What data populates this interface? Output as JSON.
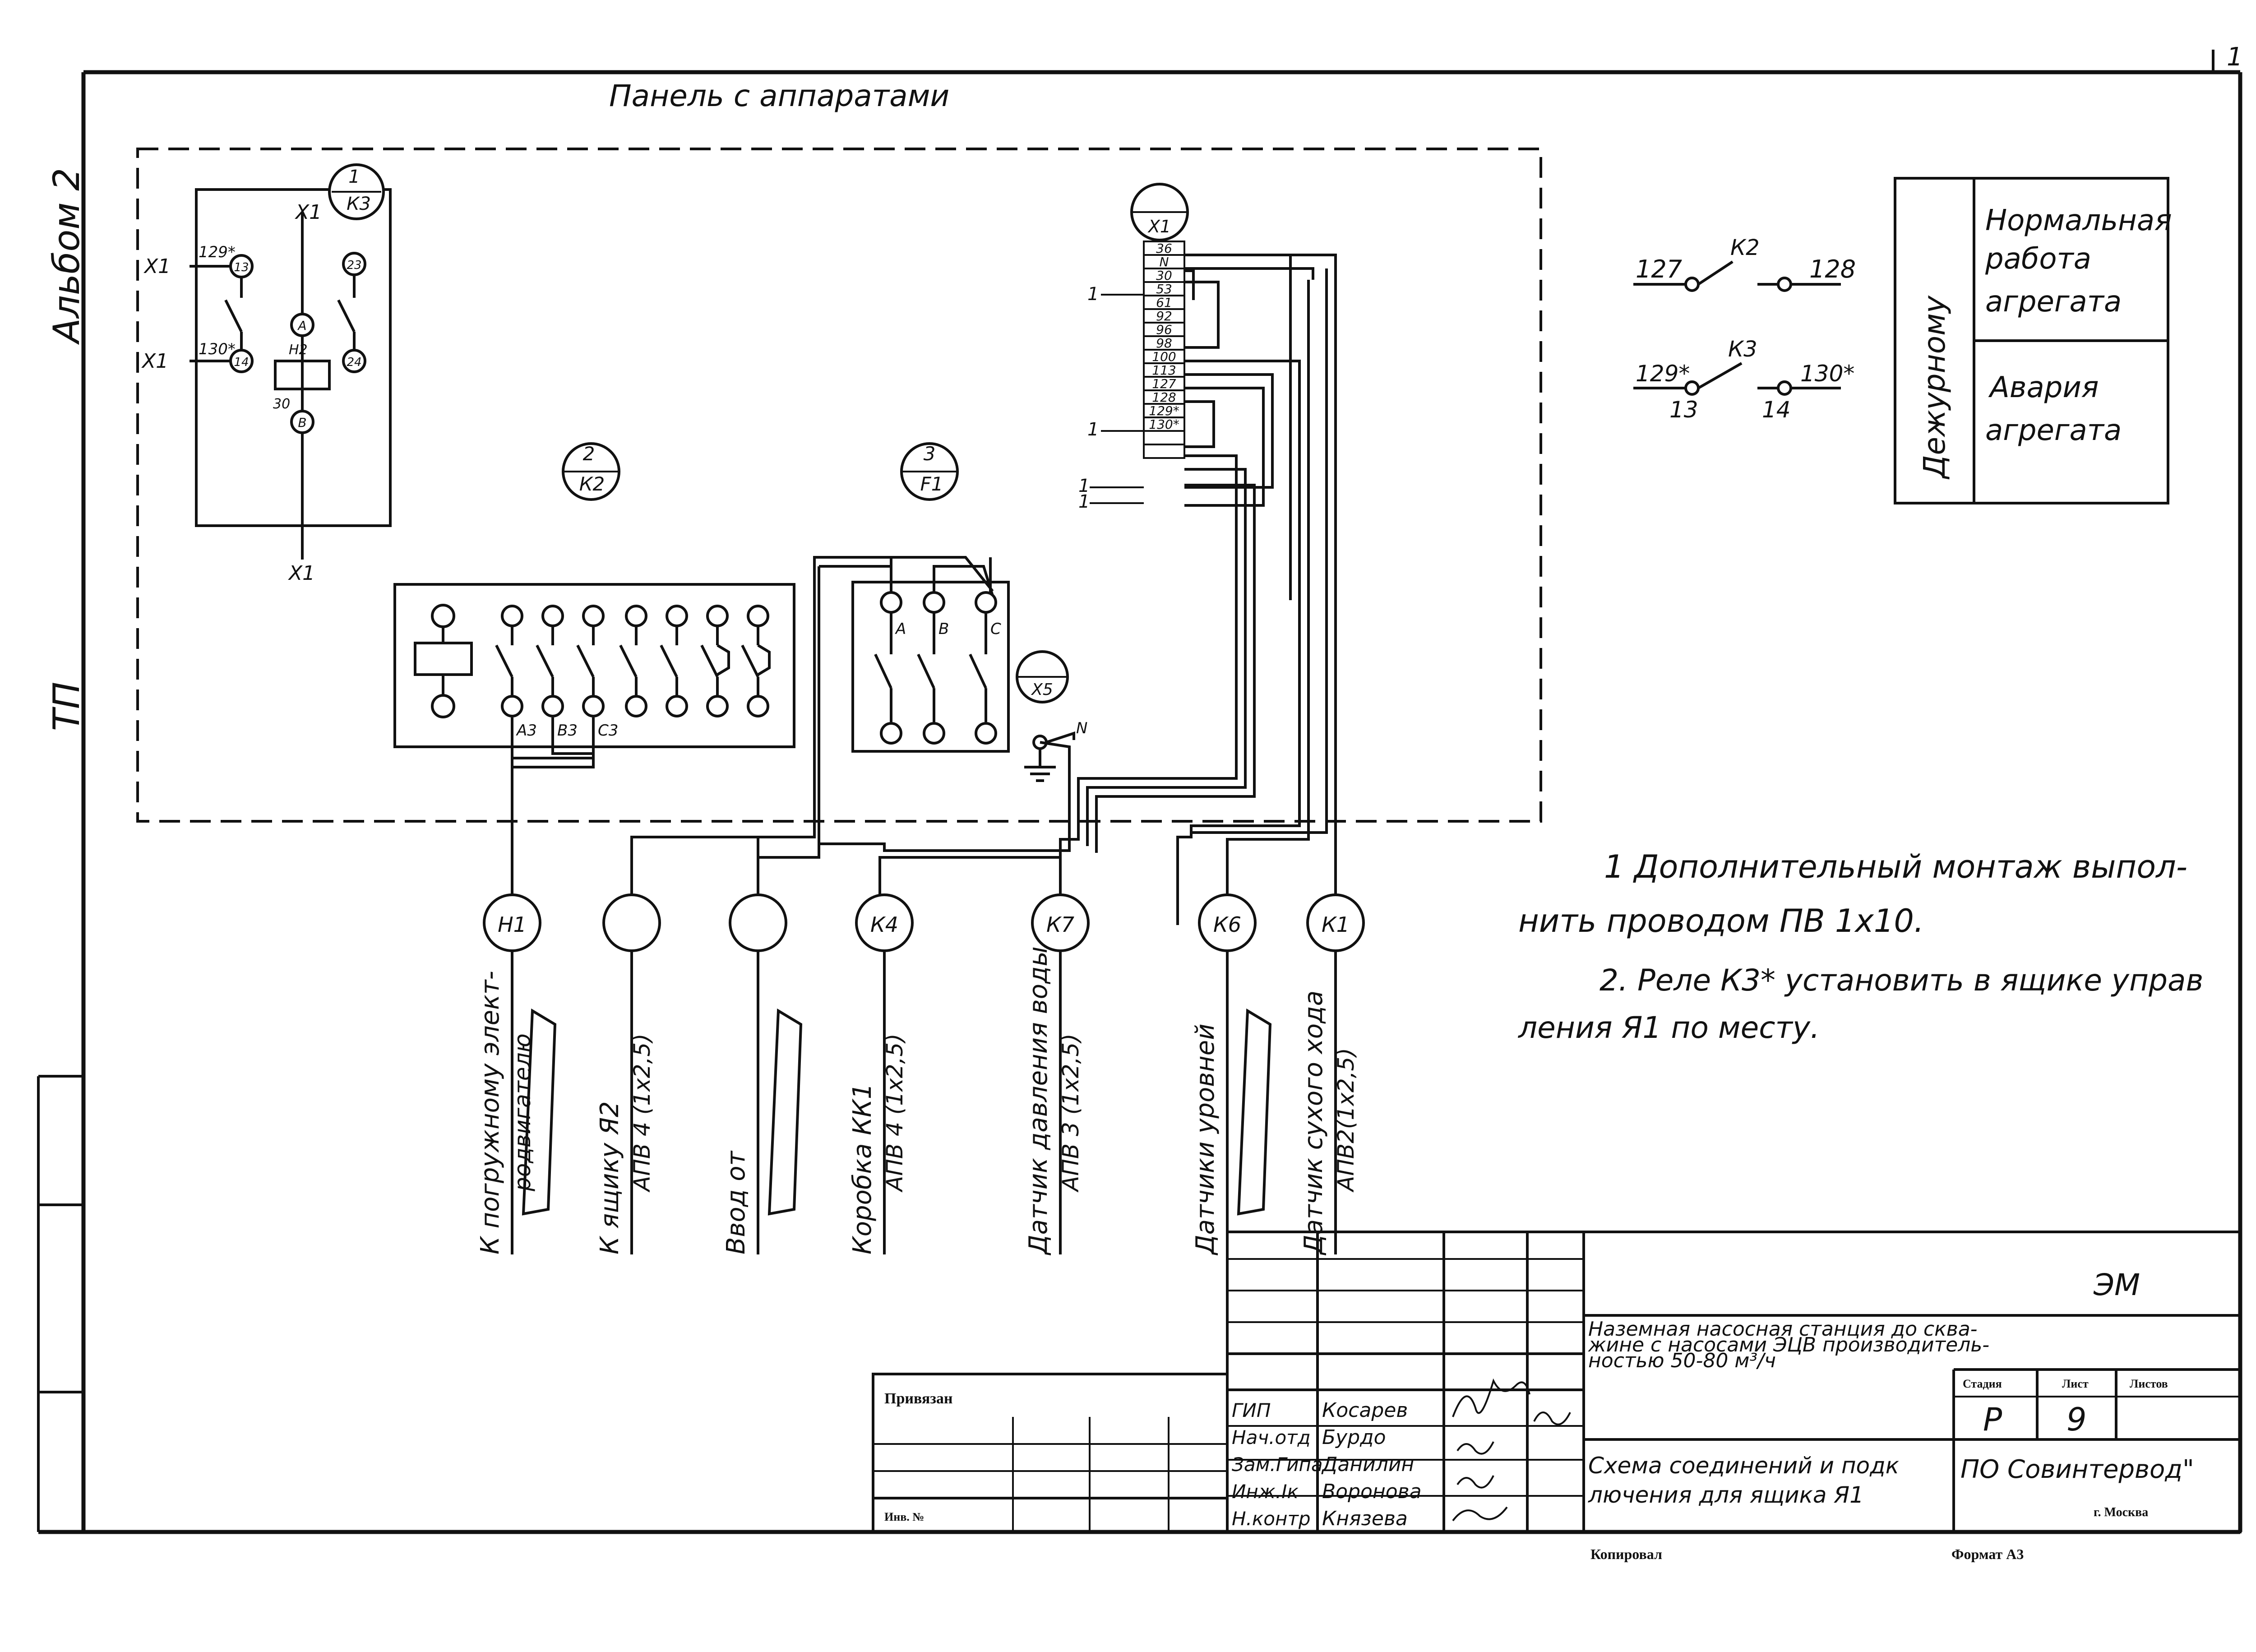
{
  "sheet": {
    "number": "1",
    "album": "Альбом 2",
    "side_code": "ТП",
    "panel_title": "Панель с аппаратами"
  },
  "devices": {
    "k3": {
      "num": "1",
      "code": "К3"
    },
    "k2": {
      "num": "2",
      "code": "К2"
    },
    "f1": {
      "num": "3",
      "code": "F1"
    },
    "x1": {
      "code": "Х1"
    },
    "x5": {
      "code": "Х5"
    }
  },
  "k3_block": {
    "x1_top": "Х1",
    "x1_bottom": "Х1",
    "x1_left_a": "Х1",
    "x1_left_b": "Х1",
    "wire_129": "129*",
    "wire_130": "130*",
    "pin_13": "13",
    "pin_14": "14",
    "pin_23": "23",
    "pin_24": "24",
    "pin_a": "А",
    "pin_b": "В",
    "coil_top": "Н2",
    "coil_bottom": "30"
  },
  "k2_block": {
    "terms": [
      "А3",
      "В3",
      "С3"
    ]
  },
  "f1_block": {
    "terms": [
      "А",
      "В",
      "С"
    ]
  },
  "x5_block": {
    "n": "N"
  },
  "terminal_strip": {
    "labels": [
      "36",
      "N",
      "30",
      "53",
      "61",
      "92",
      "96",
      "98",
      "100",
      "113",
      "127",
      "128",
      "129*",
      "130*",
      "",
      ""
    ],
    "marks": [
      "1",
      "1",
      "1",
      "1"
    ]
  },
  "legend": {
    "k2_contact": {
      "left": "127",
      "right": "128",
      "name": "К2"
    },
    "k3_contact": {
      "left": "129*",
      "right": "130*",
      "name": "К3",
      "pin_left": "13",
      "pin_right": "14"
    }
  },
  "signal_table": {
    "rotated_header": "Дежурному",
    "row1": [
      "Нормальная",
      "работа",
      "агрегата"
    ],
    "row2": [
      "Авария",
      "агрегата"
    ]
  },
  "cables": [
    {
      "id": "Н1",
      "desc1": "К погружному элект-",
      "desc2": "родвигателю"
    },
    {
      "id": "",
      "desc1": "К ящику Я2",
      "desc2": "АПВ 4 (1х2,5)"
    },
    {
      "id": "",
      "desc1": "Ввод от",
      "desc2": ""
    },
    {
      "id": "К4",
      "desc1": "Коробка КК1",
      "desc2": "АПВ 4 (1х2,5)"
    },
    {
      "id": "К7",
      "desc1": "Датчик давления воды",
      "desc2": "АПВ 3 (1х2,5)"
    },
    {
      "id": "К6",
      "desc1": "Датчики уровней",
      "desc2": ""
    },
    {
      "id": "К1",
      "desc1": "Датчик сухого хода",
      "desc2": "АПВ2(1х2,5)"
    }
  ],
  "notes": {
    "n1a": "1 Дополнительный монтаж выпол-",
    "n1b": "нить проводом ПВ 1х10.",
    "n2a": "2. Реле К3* установить в ящике управ",
    "n2b": "ления Я1 по месту."
  },
  "title_block": {
    "code": "ЭМ",
    "project1": "Наземная насосная станция до сква-",
    "project2": "жине с насосами ЭЦВ производитель-",
    "project3": "ностью 50-80 м³/ч",
    "stage_hdr": "Стадия",
    "sheet_hdr": "Лист",
    "sheets_hdr": "Листов",
    "stage": "Р",
    "sheet": "9",
    "privyazan": "Привязан",
    "inv": "Инв. №",
    "staff": [
      {
        "role": "ГИП",
        "name": "Косарев"
      },
      {
        "role": "Нач.отд",
        "name": "Бурдо"
      },
      {
        "role": "Зам.Гипа",
        "name": "Данилин"
      },
      {
        "role": "Инж.Iк",
        "name": "Воронова"
      },
      {
        "role": "Н.контр",
        "name": "Князева"
      }
    ],
    "drawing1": "Схема соединений и подк",
    "drawing2": "лючения для ящика Я1",
    "org": "ПО Совинтервод\"",
    "city": "г. Москва",
    "copied": "Копировал",
    "format": "Формат А3"
  }
}
